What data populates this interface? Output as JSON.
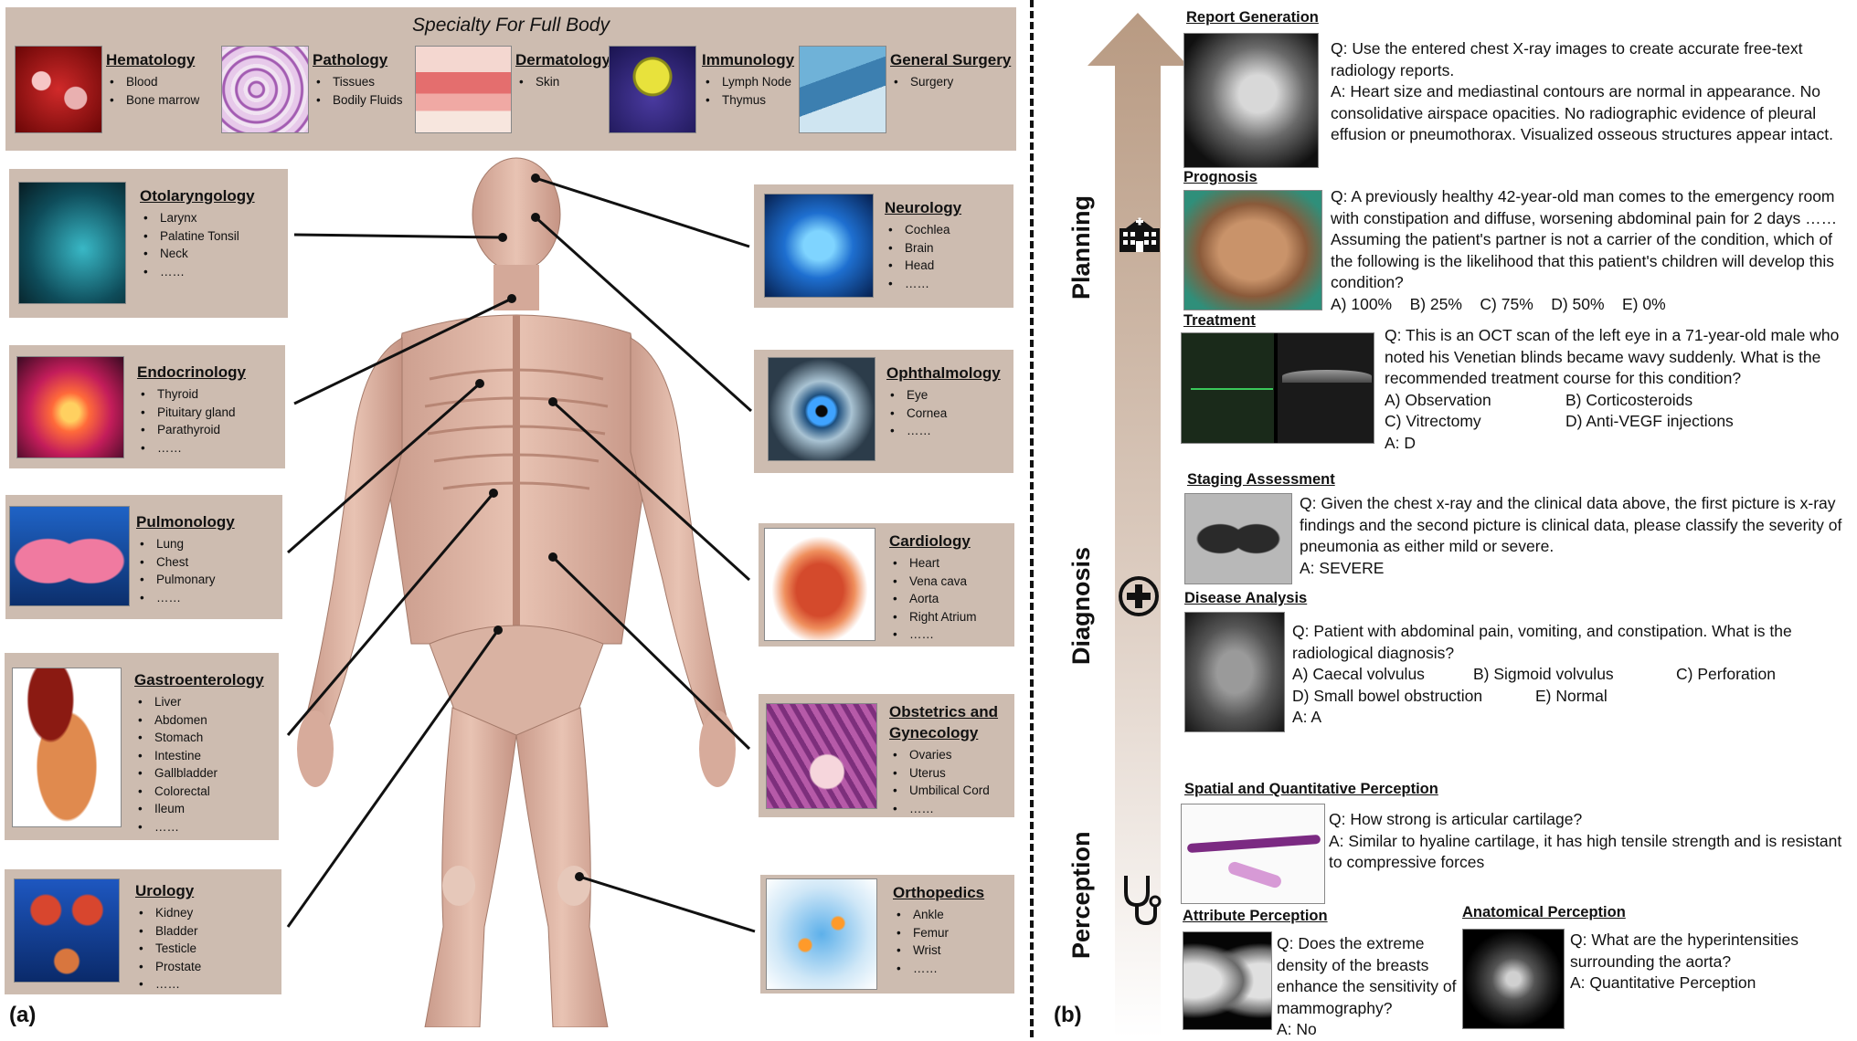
{
  "left": {
    "label": "(a)",
    "top_title": "Specialty For Full Body",
    "top_specialties": [
      {
        "name": "Hematology",
        "items": [
          "Blood",
          "Bone marrow"
        ]
      },
      {
        "name": "Pathology",
        "items": [
          "Tissues",
          "Bodily Fluids"
        ]
      },
      {
        "name": "Dermatology",
        "items": [
          "Skin"
        ]
      },
      {
        "name": "Immunology",
        "items": [
          "Lymph Node",
          "Thymus"
        ]
      },
      {
        "name": "General Surgery",
        "items": [
          "Surgery"
        ]
      }
    ],
    "left_specialties": [
      {
        "name": "Otolaryngology",
        "items": [
          "Larynx",
          "Palatine Tonsil",
          "Neck",
          "……"
        ]
      },
      {
        "name": "Endocrinology",
        "items": [
          "Thyroid",
          "Pituitary gland",
          "Parathyroid",
          "……"
        ]
      },
      {
        "name": "Pulmonology",
        "items": [
          "Lung",
          "Chest",
          "Pulmonary",
          "……"
        ]
      },
      {
        "name": "Gastroenterology",
        "items": [
          "Liver",
          "Abdomen",
          "Stomach",
          "Intestine",
          "Gallbladder",
          "Colorectal",
          "Ileum",
          "……"
        ]
      },
      {
        "name": "Urology",
        "items": [
          "Kidney",
          "Bladder",
          "Testicle",
          "Prostate",
          "……"
        ]
      }
    ],
    "right_specialties": [
      {
        "name": "Neurology",
        "items": [
          "Cochlea",
          "Brain",
          "Head",
          "……"
        ]
      },
      {
        "name": "Ophthalmology",
        "items": [
          "Eye",
          "Cornea",
          "……"
        ]
      },
      {
        "name": "Cardiology",
        "items": [
          "Heart",
          "Vena cava",
          "Aorta",
          "Right Atrium",
          "……"
        ]
      },
      {
        "name": "Obstetrics and Gynecology",
        "name_line1": "Obstetrics and",
        "name_line2": "Gynecology",
        "items": [
          "Ovaries",
          "Uterus",
          "Umbilical Cord",
          "……"
        ]
      },
      {
        "name": "Orthopedics",
        "items": [
          "Ankle",
          "Femur",
          "Wrist",
          "……"
        ]
      }
    ]
  },
  "right": {
    "label": "(b)",
    "stages": [
      "Planning",
      "Diagnosis",
      "Perception"
    ],
    "report": {
      "title": "Report Generation",
      "q": "Q: Use the entered chest X-ray images to create accurate free-text radiology reports.",
      "a": "A: Heart size and mediastinal contours are normal in appearance. No consolidative airspace opacities. No radiographic evidence of pleural effusion or pneumothorax. Visualized osseous structures appear intact."
    },
    "prognosis": {
      "title": "Prognosis",
      "q": "Q: A previously healthy 42-year-old man comes to the emergency room with constipation and diffuse, worsening abdominal pain for 2 days …… Assuming the patient's partner is not a carrier of the condition, which of the following is the likelihood that this patient's children will develop this condition?",
      "options": "A) 100%    B) 25%    C) 75%    D) 50%    E) 0%"
    },
    "treatment": {
      "title": "Treatment",
      "q": "Q: This is an OCT scan of the left eye in a 71-year-old male who noted his Venetian blinds became wavy suddenly. What is the recommended treatment course for this condition?",
      "options": [
        "A)  Observation",
        "B) Corticosteroids",
        "C)  Vitrectomy",
        "D) Anti-VEGF injections"
      ],
      "a": "A: D"
    },
    "staging": {
      "title": "Staging Assessment",
      "q": "Q: Given the chest x-ray and the clinical data above, the first picture is x-ray findings and the second picture is clinical data, please classify the severity of pneumonia as either mild or severe.",
      "a": "A: SEVERE"
    },
    "disease": {
      "title": "Disease Analysis",
      "q": "Q: Patient with abdominal pain, vomiting, and constipation. What is the radiological diagnosis?",
      "options": [
        "A) Caecal volvulus",
        "B) Sigmoid volvulus",
        "C) Perforation",
        "D) Small bowel obstruction",
        "E) Normal"
      ],
      "a": "A: A"
    },
    "spatial": {
      "title": "Spatial and Quantitative Perception",
      "q": "Q: How strong is articular cartilage?",
      "a": "A: Similar to hyaline cartilage, it has high tensile strength and is resistant to compressive forces"
    },
    "attribute": {
      "title": "Attribute Perception",
      "q": "Q: Does the extreme density of the breasts enhance the sensitivity of mammography?",
      "a": "A: No"
    },
    "anatomical": {
      "title": "Anatomical Perception",
      "q": "Q: What are the hyperintensities surrounding the aorta?",
      "a": "A: Quantitative Perception"
    }
  }
}
